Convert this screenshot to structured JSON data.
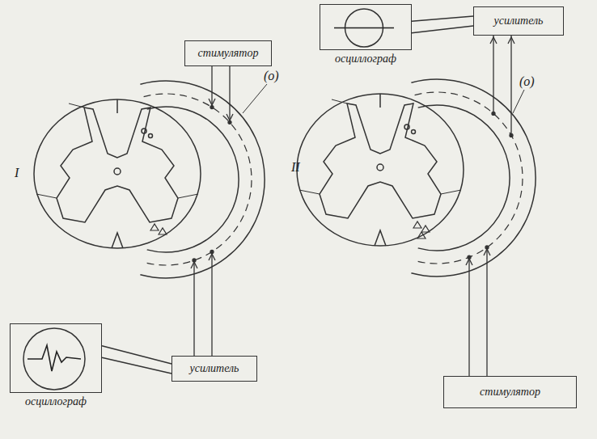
{
  "diagram": {
    "nodes": [
      {
        "text": [
          "стимулятор"
        ]
      },
      {
        "text": [
          "усилитель"
        ]
      },
      {
        "text": [
          "осциллограф"
        ]
      },
      {
        "text": [
          "осциллограф"
        ]
      },
      {
        "text": [
          "усилитель"
        ]
      },
      {
        "text": [
          "стимулятор"
        ]
      }
    ],
    "edges": [
      {
        "from": 2,
        "to": 1,
        "arrow": "none"
      },
      {
        "from": 3,
        "to": 4,
        "arrow": "none"
      }
    ],
    "labels": [
      "I",
      "(o)",
      "II",
      "(o)"
    ]
  }
}
